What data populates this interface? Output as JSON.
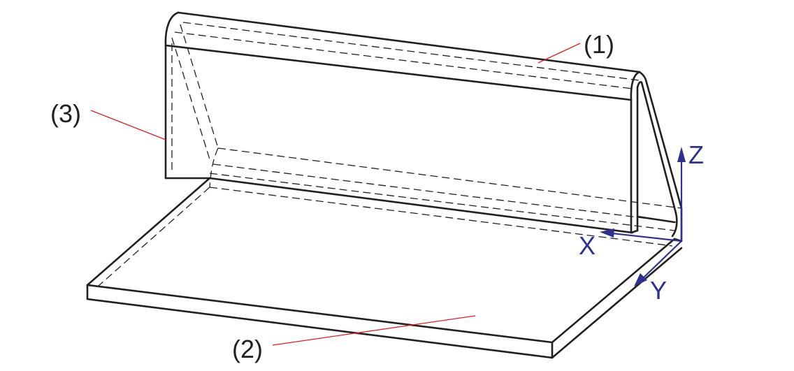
{
  "callouts": {
    "part1": "(1)",
    "part2": "(2)",
    "part3": "(3)"
  },
  "axes": {
    "x": "X",
    "y": "Y",
    "z": "Z"
  },
  "colors": {
    "outline": "#231f20",
    "leader": "#e31e24",
    "axis": "#2e3192"
  }
}
